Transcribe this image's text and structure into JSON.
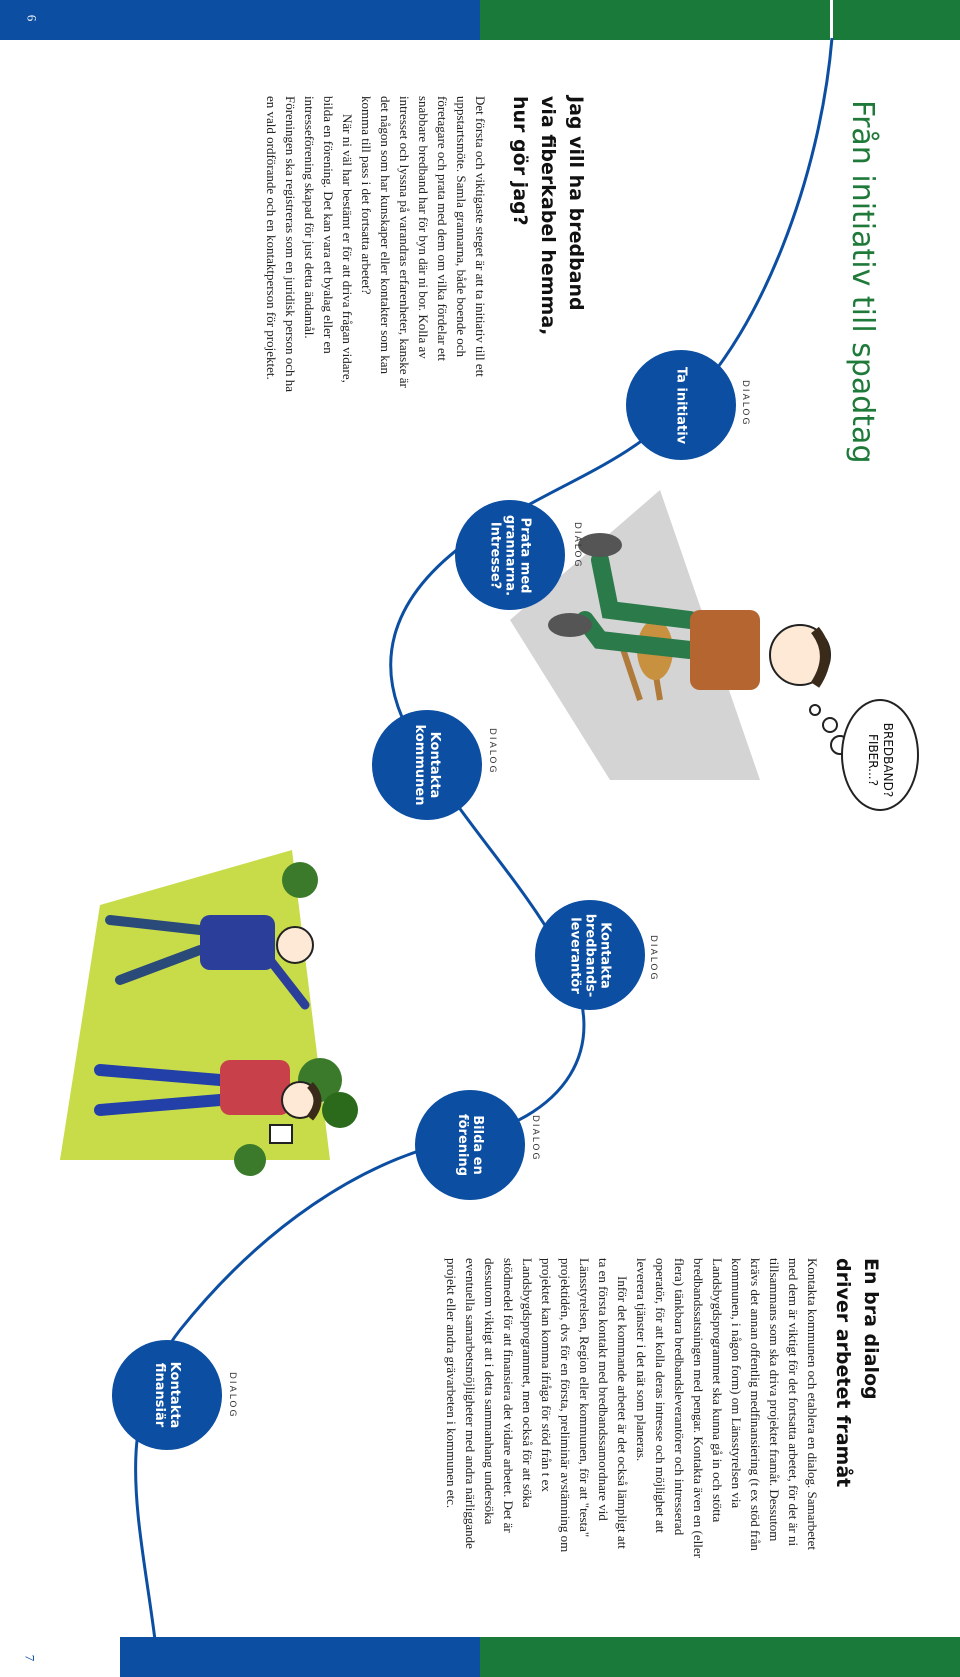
{
  "colors": {
    "blue": "#0b4ea2",
    "green": "#1a7a3a",
    "title_green": "#1f7a3a",
    "lime": "#c8dc4a",
    "grey": "#d4d4d4"
  },
  "page_numbers": {
    "top": "6",
    "bottom": "7"
  },
  "title": "Från initiativ till spadtag",
  "left_section": {
    "heading_lines": [
      "Jag vill ha bredband",
      "via fiberkabel hemma,",
      "hur gör jag?"
    ],
    "paragraph1": "Det första och viktigaste steget är att ta initiativ till ett uppstartsmöte. Samla grannarna, både boende och företagare och prata med dem om vilka fördelar ett snabbare bredband har för byn där ni bor. Kolla av intresset och lyssna på varandras erfarenheter, kanske är det någon som har kunskaper eller kontakter som kan komma till pass i det fortsatta arbetet?",
    "paragraph2": "När ni väl har bestämt er för att driva frågan vidare, bilda en förening. Det kan vara ett byalag eller en intresseförening skapad för just detta ändamål. Föreningen ska registreras som en juridisk person och ha en vald ordförande och en kontaktperson för projektet."
  },
  "right_section": {
    "heading_lines": [
      "En bra dialog",
      "driver arbetet framåt"
    ],
    "paragraph1": "Kontakta kommunen och etablera en dialog. Samarbetet med dem är viktigt för det fortsatta arbetet, för det är ni tillsammans som ska driva projektet framåt. Dessutom krävs det annan offentlig medfinansiering (t ex stöd från kommunen, i någon form) om Länsstyrelsen via Landsbygdsprogrammet ska kunna gå in och stötta bredbandssatsningen med pengar. Kontakta även en (eller flera) tänkbara bredbandsleverantörer och intresserad operatör, för att kolla deras intresse och möjlighet att leverera tjänster i det nät som planeras.",
    "paragraph2": "Inför det kommande arbetet är det också lämpligt att ta en första kontakt med bredbandssamordnare vid Länsstyrelsen, Region eller kommunen, för att \"testa\" projektidén, dvs för en första, preliminär avstämning om projektet kan komma ifråga för stöd från t ex Landsbygdsprogrammet, men också för att söka stödmedel för att finansiera det vidare arbetet. Det är dessutom viktigt att i detta sammanhang undersöka eventuella samarbetsmöjligheter med andra närliggande projekt eller andra grävarbeten i kommunen etc."
  },
  "dialog_label": "DIALOG",
  "steps": [
    {
      "label": "Ta initiativ"
    },
    {
      "label": "Prata med\ngrannarna.\nIntresse?"
    },
    {
      "label": "Kontakta\nkommunen"
    },
    {
      "label": "Kontakta\nbredbands-\nleverantör"
    },
    {
      "label": "Bilda en\nförening"
    },
    {
      "label": "Kontakta\nfinansiär"
    }
  ],
  "thought_bubble": "BREDBAND?\nFIBER...?"
}
